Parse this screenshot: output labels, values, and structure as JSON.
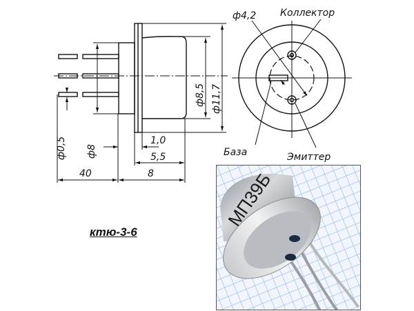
{
  "drawing": {
    "dims": {
      "d11_7": "ф11,7",
      "d8_5": "ф8,5",
      "d8": "ф8",
      "d0_5": "ф0,5",
      "len_1_0": "1,0",
      "len_5_5": "5,5",
      "len_40": "40",
      "len_8": "8",
      "d4_2": "ф4,2"
    },
    "pins": {
      "collector": "Коллектор",
      "base": "База",
      "emitter": "Эмиттер"
    }
  },
  "caption": "ктю-3-6",
  "photo": {
    "marking": "МП39Б"
  },
  "colors": {
    "ink": "#111111",
    "grid": "#8fb6e6",
    "metal": "#b9bcc0"
  }
}
